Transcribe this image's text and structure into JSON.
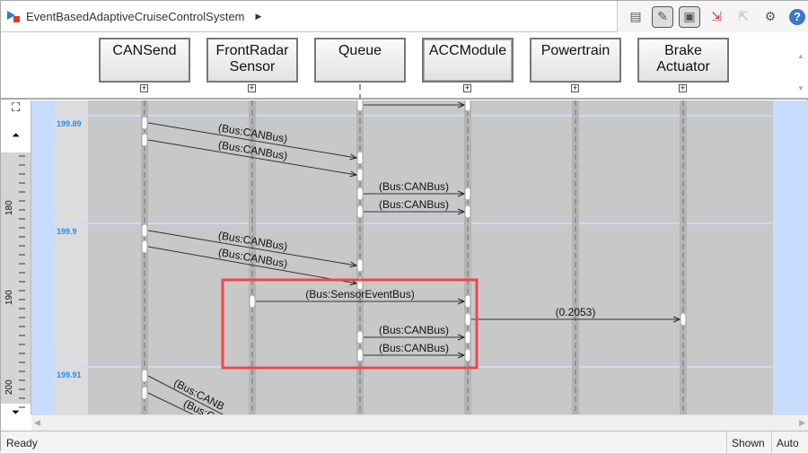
{
  "breadcrumb": {
    "model": "EventBasedAdaptiveCruiseControlSystem"
  },
  "toolbar": {
    "icons": [
      "properties-icon",
      "edit-layout-icon",
      "simulation-view-icon",
      "export-icon",
      "import-icon",
      "gear-icon",
      "help-icon"
    ]
  },
  "lifelines": [
    {
      "name": "CANSend"
    },
    {
      "name": "FrontRadar\nSensor"
    },
    {
      "name": "Queue"
    },
    {
      "name": "ACCModule"
    },
    {
      "name": "Powertrain"
    },
    {
      "name": "Brake\nActuator"
    }
  ],
  "ruler": {
    "labels": [
      "180",
      "190",
      "200"
    ]
  },
  "times": [
    "199.89",
    "199.9",
    "199.91"
  ],
  "messages": [
    {
      "from": 2,
      "to": 3,
      "label": ""
    },
    {
      "from": 0,
      "to": 2,
      "label": "(Bus:CANBus)"
    },
    {
      "from": 0,
      "to": 2,
      "label": "(Bus:CANBus)"
    },
    {
      "from": 2,
      "to": 3,
      "label": "(Bus:CANBus)"
    },
    {
      "from": 2,
      "to": 3,
      "label": "(Bus:CANBus)"
    },
    {
      "from": 0,
      "to": 2,
      "label": "(Bus:CANBus)"
    },
    {
      "from": 0,
      "to": 2,
      "label": "(Bus:CANBus)"
    },
    {
      "from": 1,
      "to": 3,
      "label": "(Bus:SensorEventBus)"
    },
    {
      "from": 3,
      "to": 5,
      "label": "(0.2053)"
    },
    {
      "from": 2,
      "to": 3,
      "label": "(Bus:CANBus)"
    },
    {
      "from": 2,
      "to": 3,
      "label": "(Bus:CANBus)"
    },
    {
      "from": 0,
      "to": 2,
      "label": "(Bus:CANB"
    },
    {
      "from": 0,
      "to": 2,
      "label": "(Bus:C"
    }
  ],
  "status": {
    "text": "Ready",
    "shown": "Shown",
    "mode": "Auto"
  },
  "colors": {
    "highlight": "#f04848",
    "timeLabel": "#2a8ef0",
    "band": "#c8dcff"
  }
}
